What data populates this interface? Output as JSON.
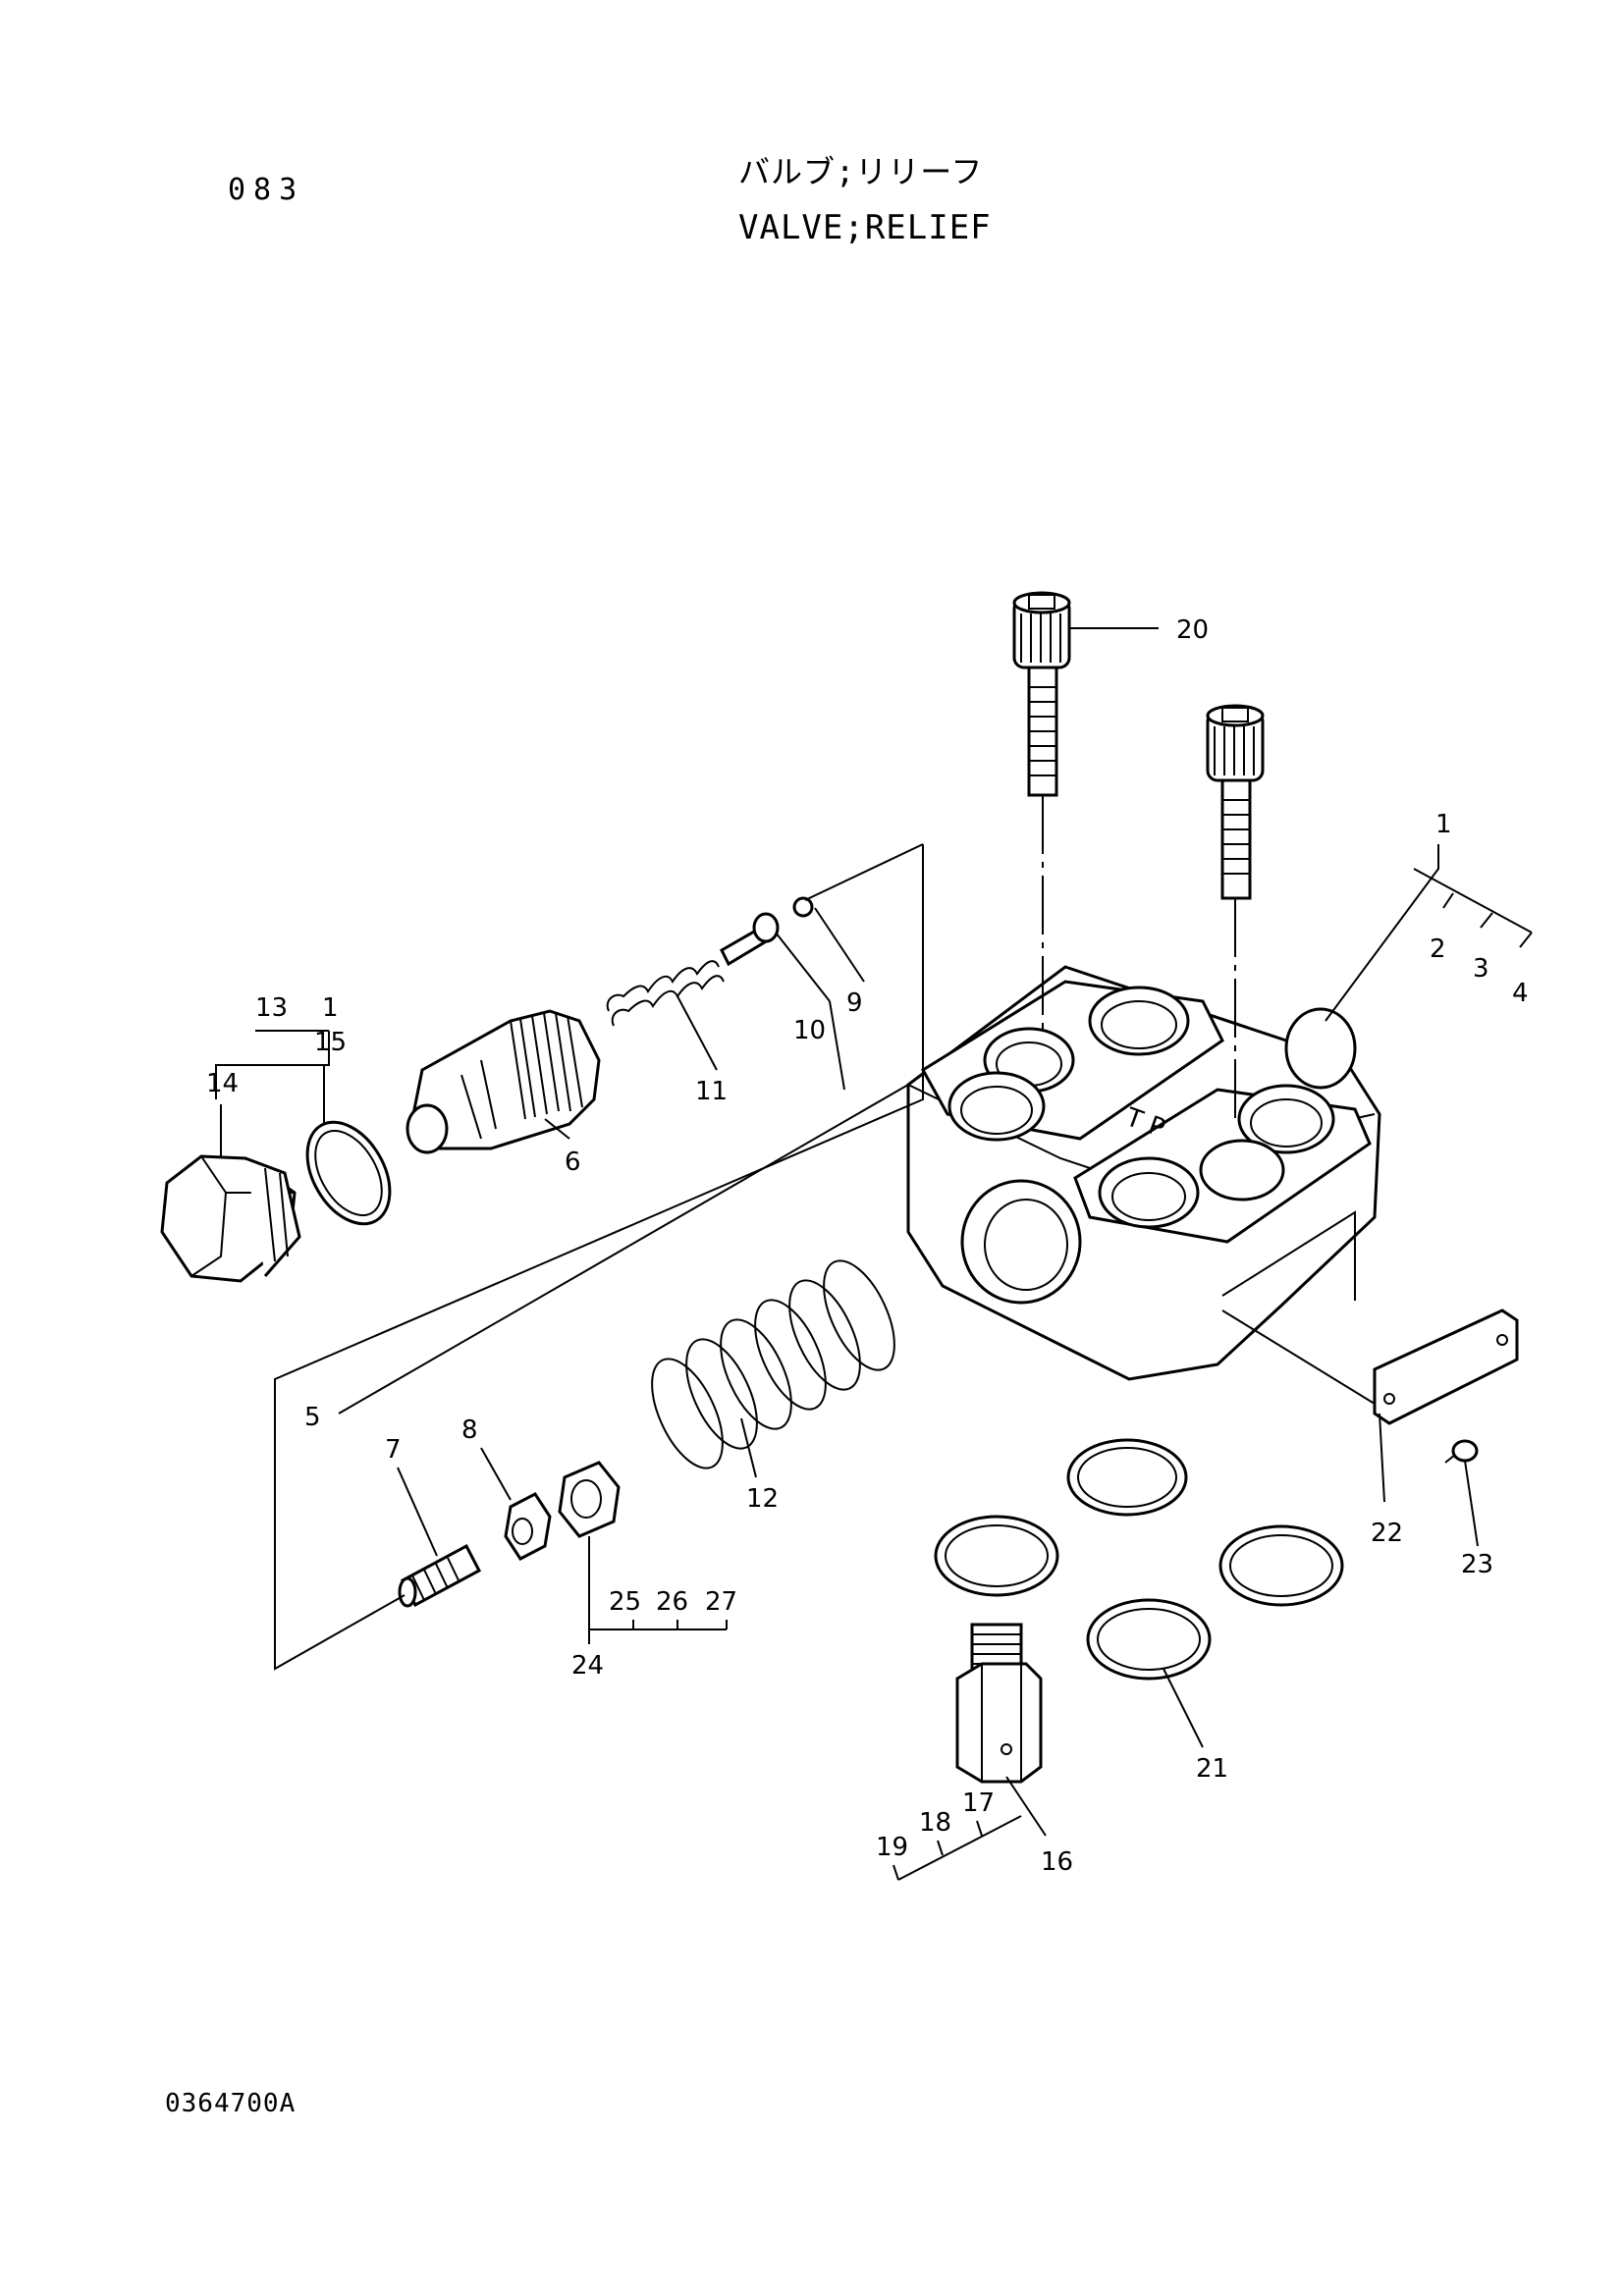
{
  "header": {
    "page_number": "083",
    "title_jp": "バルブ;リリーフ",
    "title_en": "VALVE;RELIEF"
  },
  "footer": {
    "drawing_number": "0364700A"
  },
  "callouts": {
    "c1": "1",
    "c2": "2",
    "c3": "3",
    "c4": "4",
    "c5": "5",
    "c6": "6",
    "c7": "7",
    "c8": "8",
    "c9": "9",
    "c10": "10",
    "c11": "11",
    "c12": "12",
    "c13": "13",
    "c13b": "1",
    "c14": "14",
    "c15": "15",
    "c16": "16",
    "c17": "17",
    "c18": "18",
    "c19": "19",
    "c20": "20",
    "c21": "21",
    "c22": "22",
    "c23": "23",
    "c24": "24",
    "c25": "25",
    "c26": "26",
    "c27": "27"
  }
}
